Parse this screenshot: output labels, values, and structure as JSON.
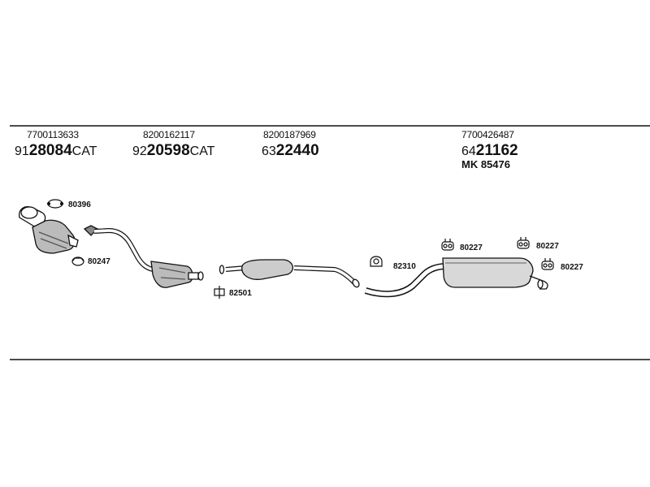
{
  "groups": [
    {
      "oe": "7700113633",
      "prefix": "91",
      "main": "28084",
      "suffix": "CAT"
    },
    {
      "oe": "8200162117",
      "prefix": "92",
      "main": "20598",
      "suffix": "CAT"
    },
    {
      "oe": "8200187969",
      "prefix": "63",
      "main": "22440",
      "suffix": ""
    },
    {
      "oe": "7700426487",
      "prefix": "64",
      "main": "21162",
      "suffix": "",
      "mk": "MK  85476"
    }
  ],
  "refs": {
    "r80396": "80396",
    "r80247": "80247",
    "r82501": "82501",
    "r82310": "82310",
    "r80227a": "80227",
    "r80227b": "80227",
    "r80227c": "80227"
  }
}
